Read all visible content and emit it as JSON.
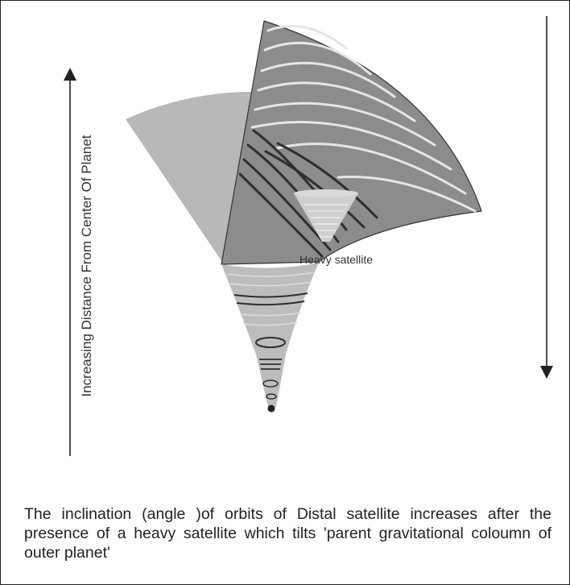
{
  "axis_label": "Increasing Distance From Center   Of Planet",
  "satellite_label": "Heavy satellite",
  "caption": "The inclination (angle )of orbits of Distal satellite increases after the presence of a heavy satellite which tilts 'parent gravitational coloumn of outer planet'",
  "colors": {
    "light_fan": "#b8b8b8",
    "tilted_fan": "#8c8c8c",
    "column": "#bdbdbd",
    "dark_orbit": "#2e2e2e",
    "light_orbit": "#e6e6e6",
    "arrow": "#222222"
  }
}
